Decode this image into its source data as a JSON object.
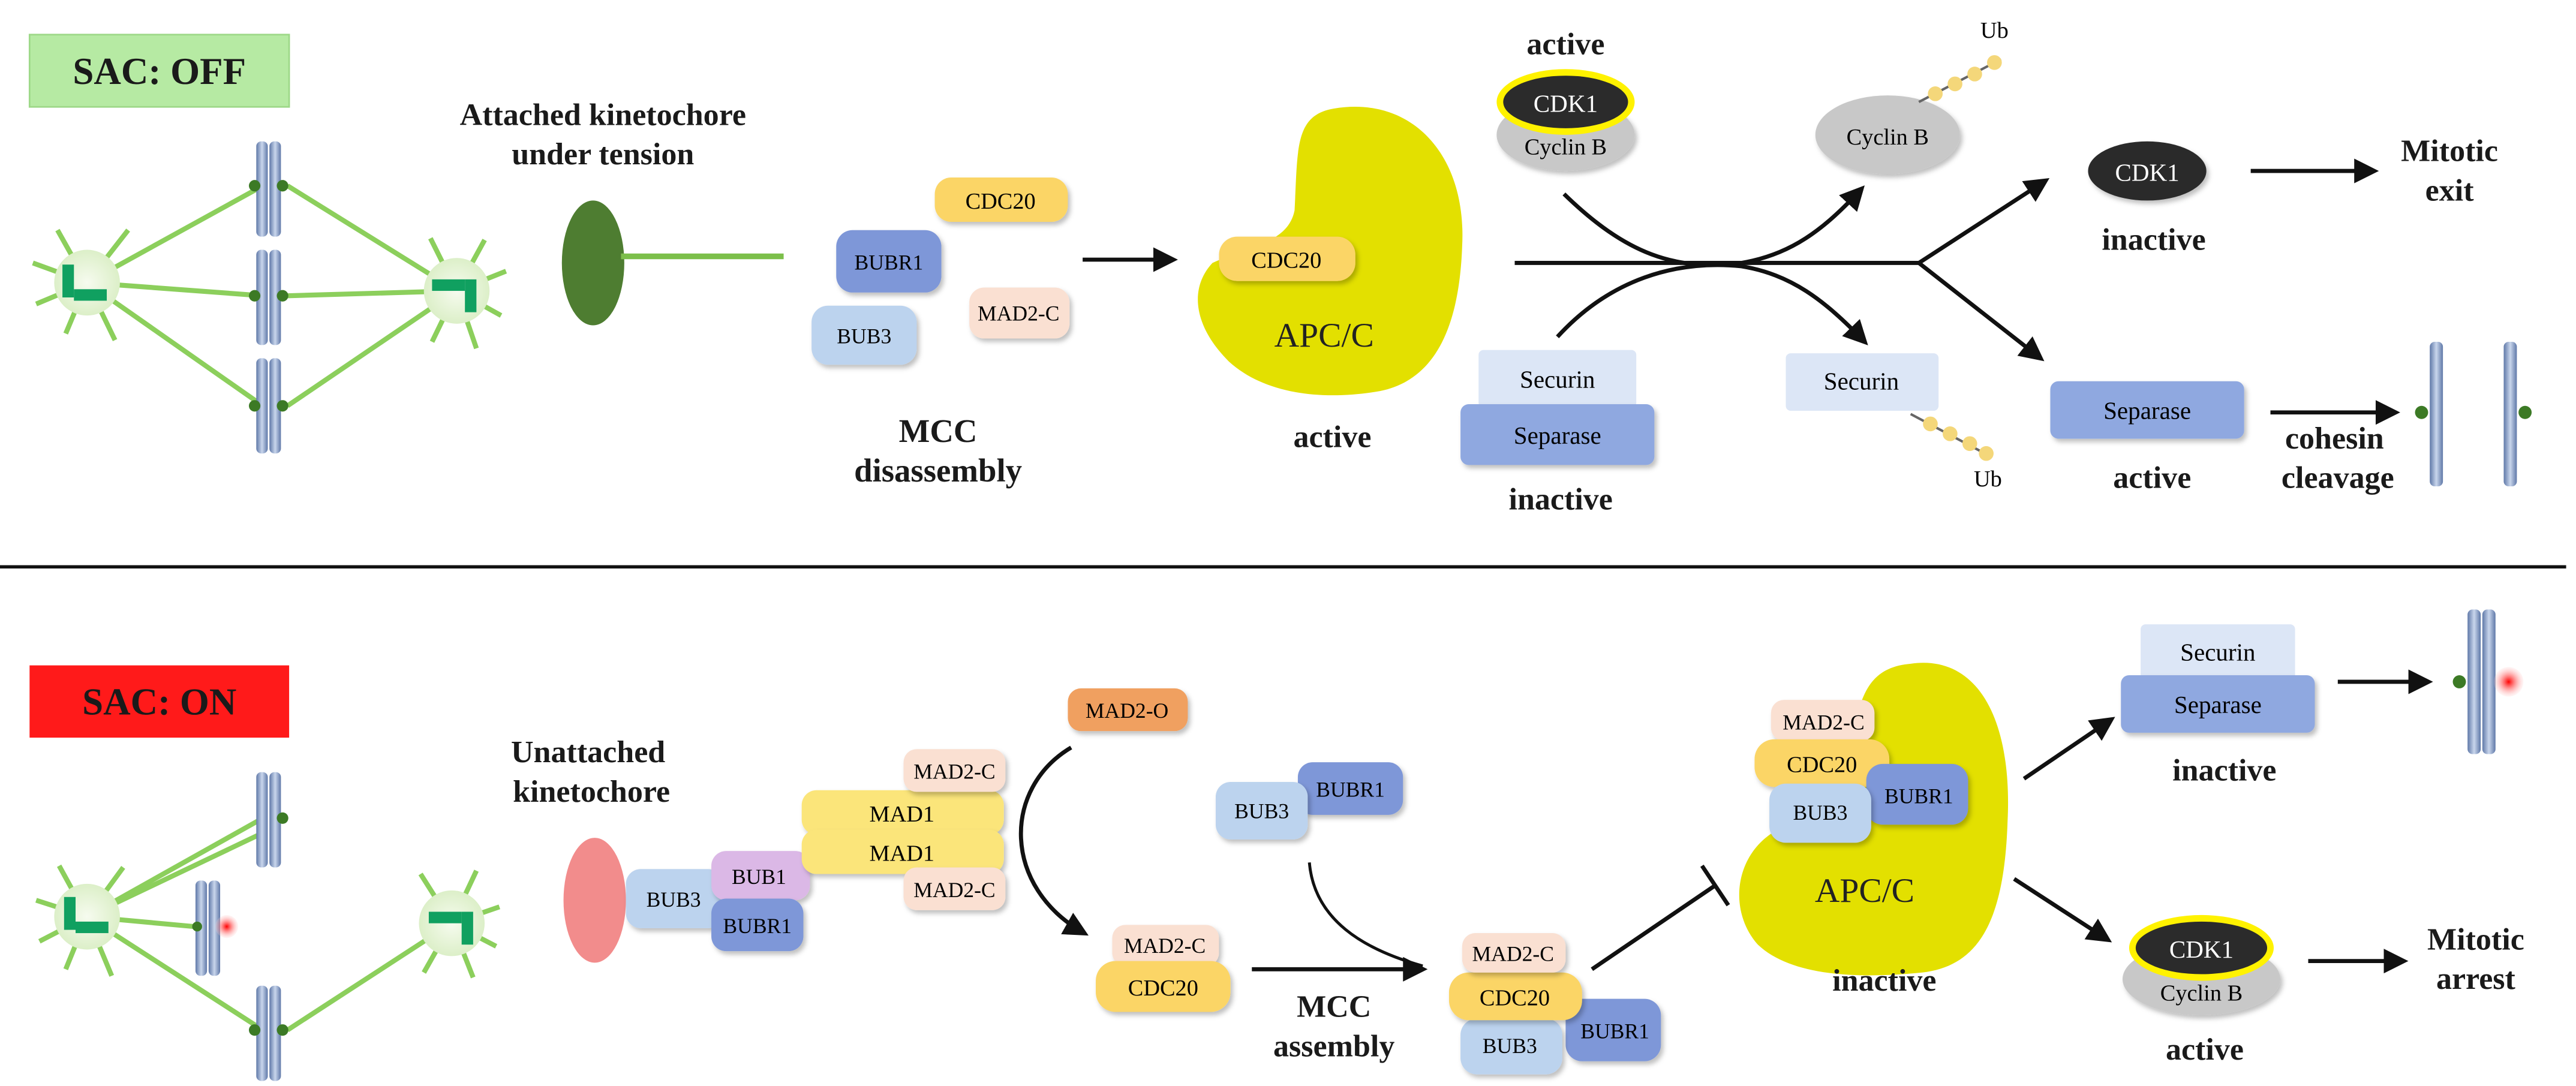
{
  "colors": {
    "sac_off_bg": "#b6eaa3",
    "sac_on_bg": "#ff1a1a",
    "apc": "#e3e000",
    "cdc20": "#fbd566",
    "bubr1": "#7e97d8",
    "bub3": "#bcd3ee",
    "mad2c": "#fae0d2",
    "mad2o": "#f0a060",
    "mad1": "#fbe57a",
    "bub1": "#dbb8e6",
    "cdk1": "#2b2b2b",
    "cyclin": "#c8c8c8",
    "securin": "#dce6f6",
    "separase": "#8fa8e0",
    "spindle": "#7cbf4a",
    "kinetochore_attached": "#4e7d31",
    "kinetochore_unattached": "#f28c8c",
    "ub": "#f4d77a"
  },
  "top": {
    "state_label": "SAC: OFF",
    "kinetochore_label_1": "Attached kinetochore",
    "kinetochore_label_2": "under tension",
    "mcc": {
      "cdc20": "CDC20",
      "bubr1": "BUBR1",
      "bub3": "BUB3",
      "mad2c": "MAD2-C"
    },
    "mcc_caption_1": "MCC",
    "mcc_caption_2": "disassembly",
    "apc_label": "APC/C",
    "apc_cdc20": "CDC20",
    "apc_status": "active",
    "cdk_status": "active",
    "cdk1": "CDK1",
    "cyclin_b": "Cyclin B",
    "cyclin_b_free": "Cyclin B",
    "ub_1": "Ub",
    "ub_2": "Ub",
    "securin": "Securin",
    "separase": "Separase",
    "complex_status": "inactive",
    "securin_free": "Securin",
    "cdk1_inactive": "CDK1",
    "cdk1_inactive_status": "inactive",
    "mitotic_exit_1": "Mitotic",
    "mitotic_exit_2": "exit",
    "separase_free": "Separase",
    "separase_status": "active",
    "cohesin_1": "cohesin",
    "cohesin_2": "cleavage"
  },
  "bottom": {
    "state_label": "SAC: ON",
    "kinetochore_label_1": "Unattached",
    "kinetochore_label_2": "kinetochore",
    "bub3": "BUB3",
    "bub1": "BUB1",
    "bubr1": "BUBR1",
    "mad1_a": "MAD1",
    "mad1_b": "MAD1",
    "mad2c_a": "MAD2-C",
    "mad2c_b": "MAD2-C",
    "mad2o": "MAD2-O",
    "free_bub3": "BUB3",
    "free_bubr1": "BUBR1",
    "mad2c_cdc20_mad2c": "MAD2-C",
    "mad2c_cdc20_cdc20": "CDC20",
    "mcc_caption_1": "MCC",
    "mcc_caption_2": "assembly",
    "mcc": {
      "mad2c": "MAD2-C",
      "cdc20": "CDC20",
      "bub3": "BUB3",
      "bubr1": "BUBR1"
    },
    "apc_label": "APC/C",
    "apc_status": "inactive",
    "apc_mcc": {
      "mad2c": "MAD2-C",
      "cdc20": "CDC20",
      "bub3": "BUB3",
      "bubr1": "BUBR1"
    },
    "securin": "Securin",
    "separase": "Separase",
    "complex_status": "inactive",
    "cdk1": "CDK1",
    "cyclin_b": "Cyclin B",
    "cdk_status": "active",
    "mitotic_arrest_1": "Mitotic",
    "mitotic_arrest_2": "arrest"
  }
}
